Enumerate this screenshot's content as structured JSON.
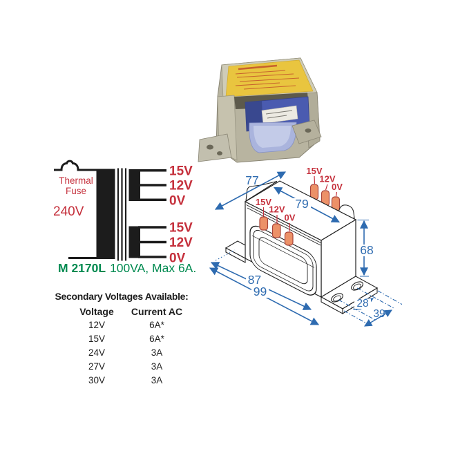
{
  "colors": {
    "label_red": "#c5303c",
    "dimension_blue": "#2e6bb0",
    "model_green": "#008a50",
    "line_black": "#1c1c1c",
    "terminal_orange": "#ec9168",
    "photo_label_yellow": "#e9c53f",
    "photo_winding_blue": "#4a5bb0"
  },
  "schematic": {
    "thermal_fuse_line1": "Thermal",
    "thermal_fuse_line2": "Fuse",
    "primary_voltage": "240V",
    "top_taps": [
      "15V",
      "12V",
      "0V"
    ],
    "bottom_taps": [
      "15V",
      "12V",
      "0V"
    ],
    "model": "M 2170L",
    "rating": "100VA, Max 6A."
  },
  "drawing": {
    "rear_taps": [
      "15V",
      "12V",
      "0V"
    ],
    "front_taps": [
      "15V",
      "12V",
      "0V"
    ],
    "dims": {
      "depth": "77",
      "body_top_length": "79",
      "height": "68",
      "body_length": "87",
      "overall_length": "99",
      "hole_spacing": "28",
      "foot_depth": "39"
    }
  },
  "table": {
    "title": "Secondary Voltages Available:",
    "col_voltage": "Voltage",
    "col_current": "Current AC",
    "rows": [
      {
        "voltage": "12V",
        "current": "6A*"
      },
      {
        "voltage": "15V",
        "current": "6A*"
      },
      {
        "voltage": "24V",
        "current": "3A"
      },
      {
        "voltage": "27V",
        "current": "3A"
      },
      {
        "voltage": "30V",
        "current": "3A"
      }
    ]
  }
}
